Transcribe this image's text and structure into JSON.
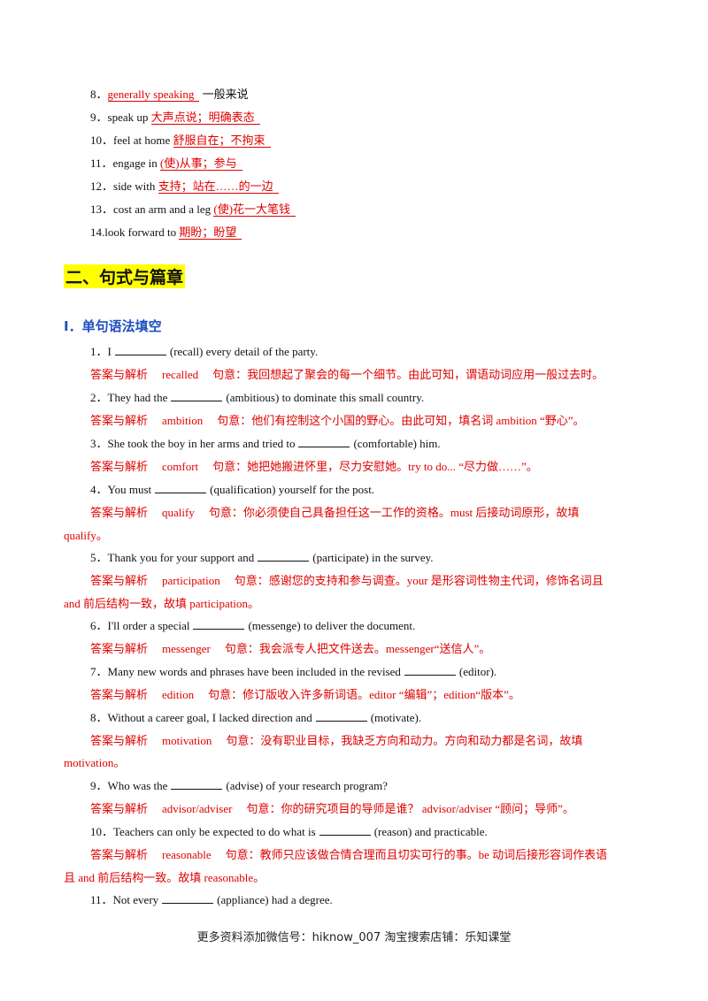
{
  "phrases": [
    {
      "num": "8．",
      "en": "",
      "answer": "generally speaking",
      "meaning": "一般来说"
    },
    {
      "num": "9．",
      "en": "speak up",
      "answer": "大声点说；明确表态",
      "meaning": ""
    },
    {
      "num": "10．",
      "en": "feel at home",
      "answer": "舒服自在；不拘束",
      "meaning": ""
    },
    {
      "num": "11．",
      "en": "engage in",
      "answer": "(使)从事；参与",
      "meaning": ""
    },
    {
      "num": "12．",
      "en": "side with",
      "answer": "支持；站在……的一边",
      "meaning": ""
    },
    {
      "num": "13．",
      "en": "cost an arm and a leg",
      "answer": "(使)花一大笔钱",
      "meaning": ""
    },
    {
      "num": "14.",
      "en": "look forward to",
      "answer": "期盼；盼望",
      "meaning": ""
    }
  ],
  "section_title": "二、句式与篇章",
  "subsection_title": "I．单句语法填空",
  "answer_label": "答案与解析",
  "questions": [
    {
      "num": "1．",
      "before": "I",
      "after": "(recall) every detail of the party.",
      "answer": "recalled",
      "explanation": "句意：我回想起了聚会的每一个细节。由此可知，谓语动词应用一般过去时。",
      "explanation_cont": ""
    },
    {
      "num": "2．",
      "before": "They had the",
      "after": "(ambitious) to dominate this small country.",
      "answer": "ambition",
      "explanation": "句意：他们有控制这个小国的野心。由此可知，填名词 ambition “野心”。",
      "explanation_cont": ""
    },
    {
      "num": "3．",
      "before": "She took the boy in her arms and tried to",
      "after": "(comfortable) him.",
      "answer": "comfort",
      "explanation": "句意：她把她搬进怀里，尽力安慰她。try to do... “尽力做……”。",
      "explanation_cont": ""
    },
    {
      "num": "4．",
      "before": "You must",
      "after": "(qualification) yourself for the post.",
      "answer": "qualify",
      "explanation": "句意：你必须使自己具备担任这一工作的资格。must 后接动词原形，故填",
      "explanation_cont": "qualify。"
    },
    {
      "num": "5．",
      "before": "Thank you for your support and",
      "after": "(participate) in the survey.",
      "answer": "participation",
      "explanation": "句意：感谢您的支持和参与调查。your 是形容词性物主代词，修饰名词且",
      "explanation_cont": "and 前后结构一致，故填 participation。"
    },
    {
      "num": "6．",
      "before": "I'll order a special",
      "after": "(messenge) to deliver the document.",
      "answer": "messenger",
      "explanation": "句意：我会派专人把文件送去。messenger“送信人”。",
      "explanation_cont": ""
    },
    {
      "num": "7．",
      "before": "Many new words and phrases have been included in the revised",
      "after": "(editor).",
      "answer": "edition",
      "explanation": "句意：修订版收入许多新词语。editor “编辑”；edition“版本”。",
      "explanation_cont": ""
    },
    {
      "num": "8．",
      "before": "Without a career goal, I lacked direction and",
      "after": "(motivate).",
      "answer": "motivation",
      "explanation": "句意：没有职业目标，我缺乏方向和动力。方向和动力都是名词，故填",
      "explanation_cont": "motivation。"
    },
    {
      "num": "9．",
      "before": "Who was the",
      "after": "(advise) of your research program?",
      "answer": "advisor/adviser",
      "explanation": "句意：你的研究项目的导师是谁？ advisor/adviser “顾问；导师”。",
      "explanation_cont": ""
    },
    {
      "num": "10．",
      "before": "Teachers can only be expected to do what is",
      "after": "(reason) and practicable.",
      "answer": "reasonable",
      "explanation": "句意：教师只应该做合情合理而且切实可行的事。be 动词后接形容词作表语",
      "explanation_cont": "且 and 前后结构一致。故填 reasonable。"
    },
    {
      "num": "11．",
      "before": "Not every",
      "after": "(appliance) had a degree.",
      "answer": "",
      "explanation": "",
      "explanation_cont": ""
    }
  ],
  "footer": "更多资料添加微信号：hiknow_007   淘宝搜索店铺：乐知课堂"
}
